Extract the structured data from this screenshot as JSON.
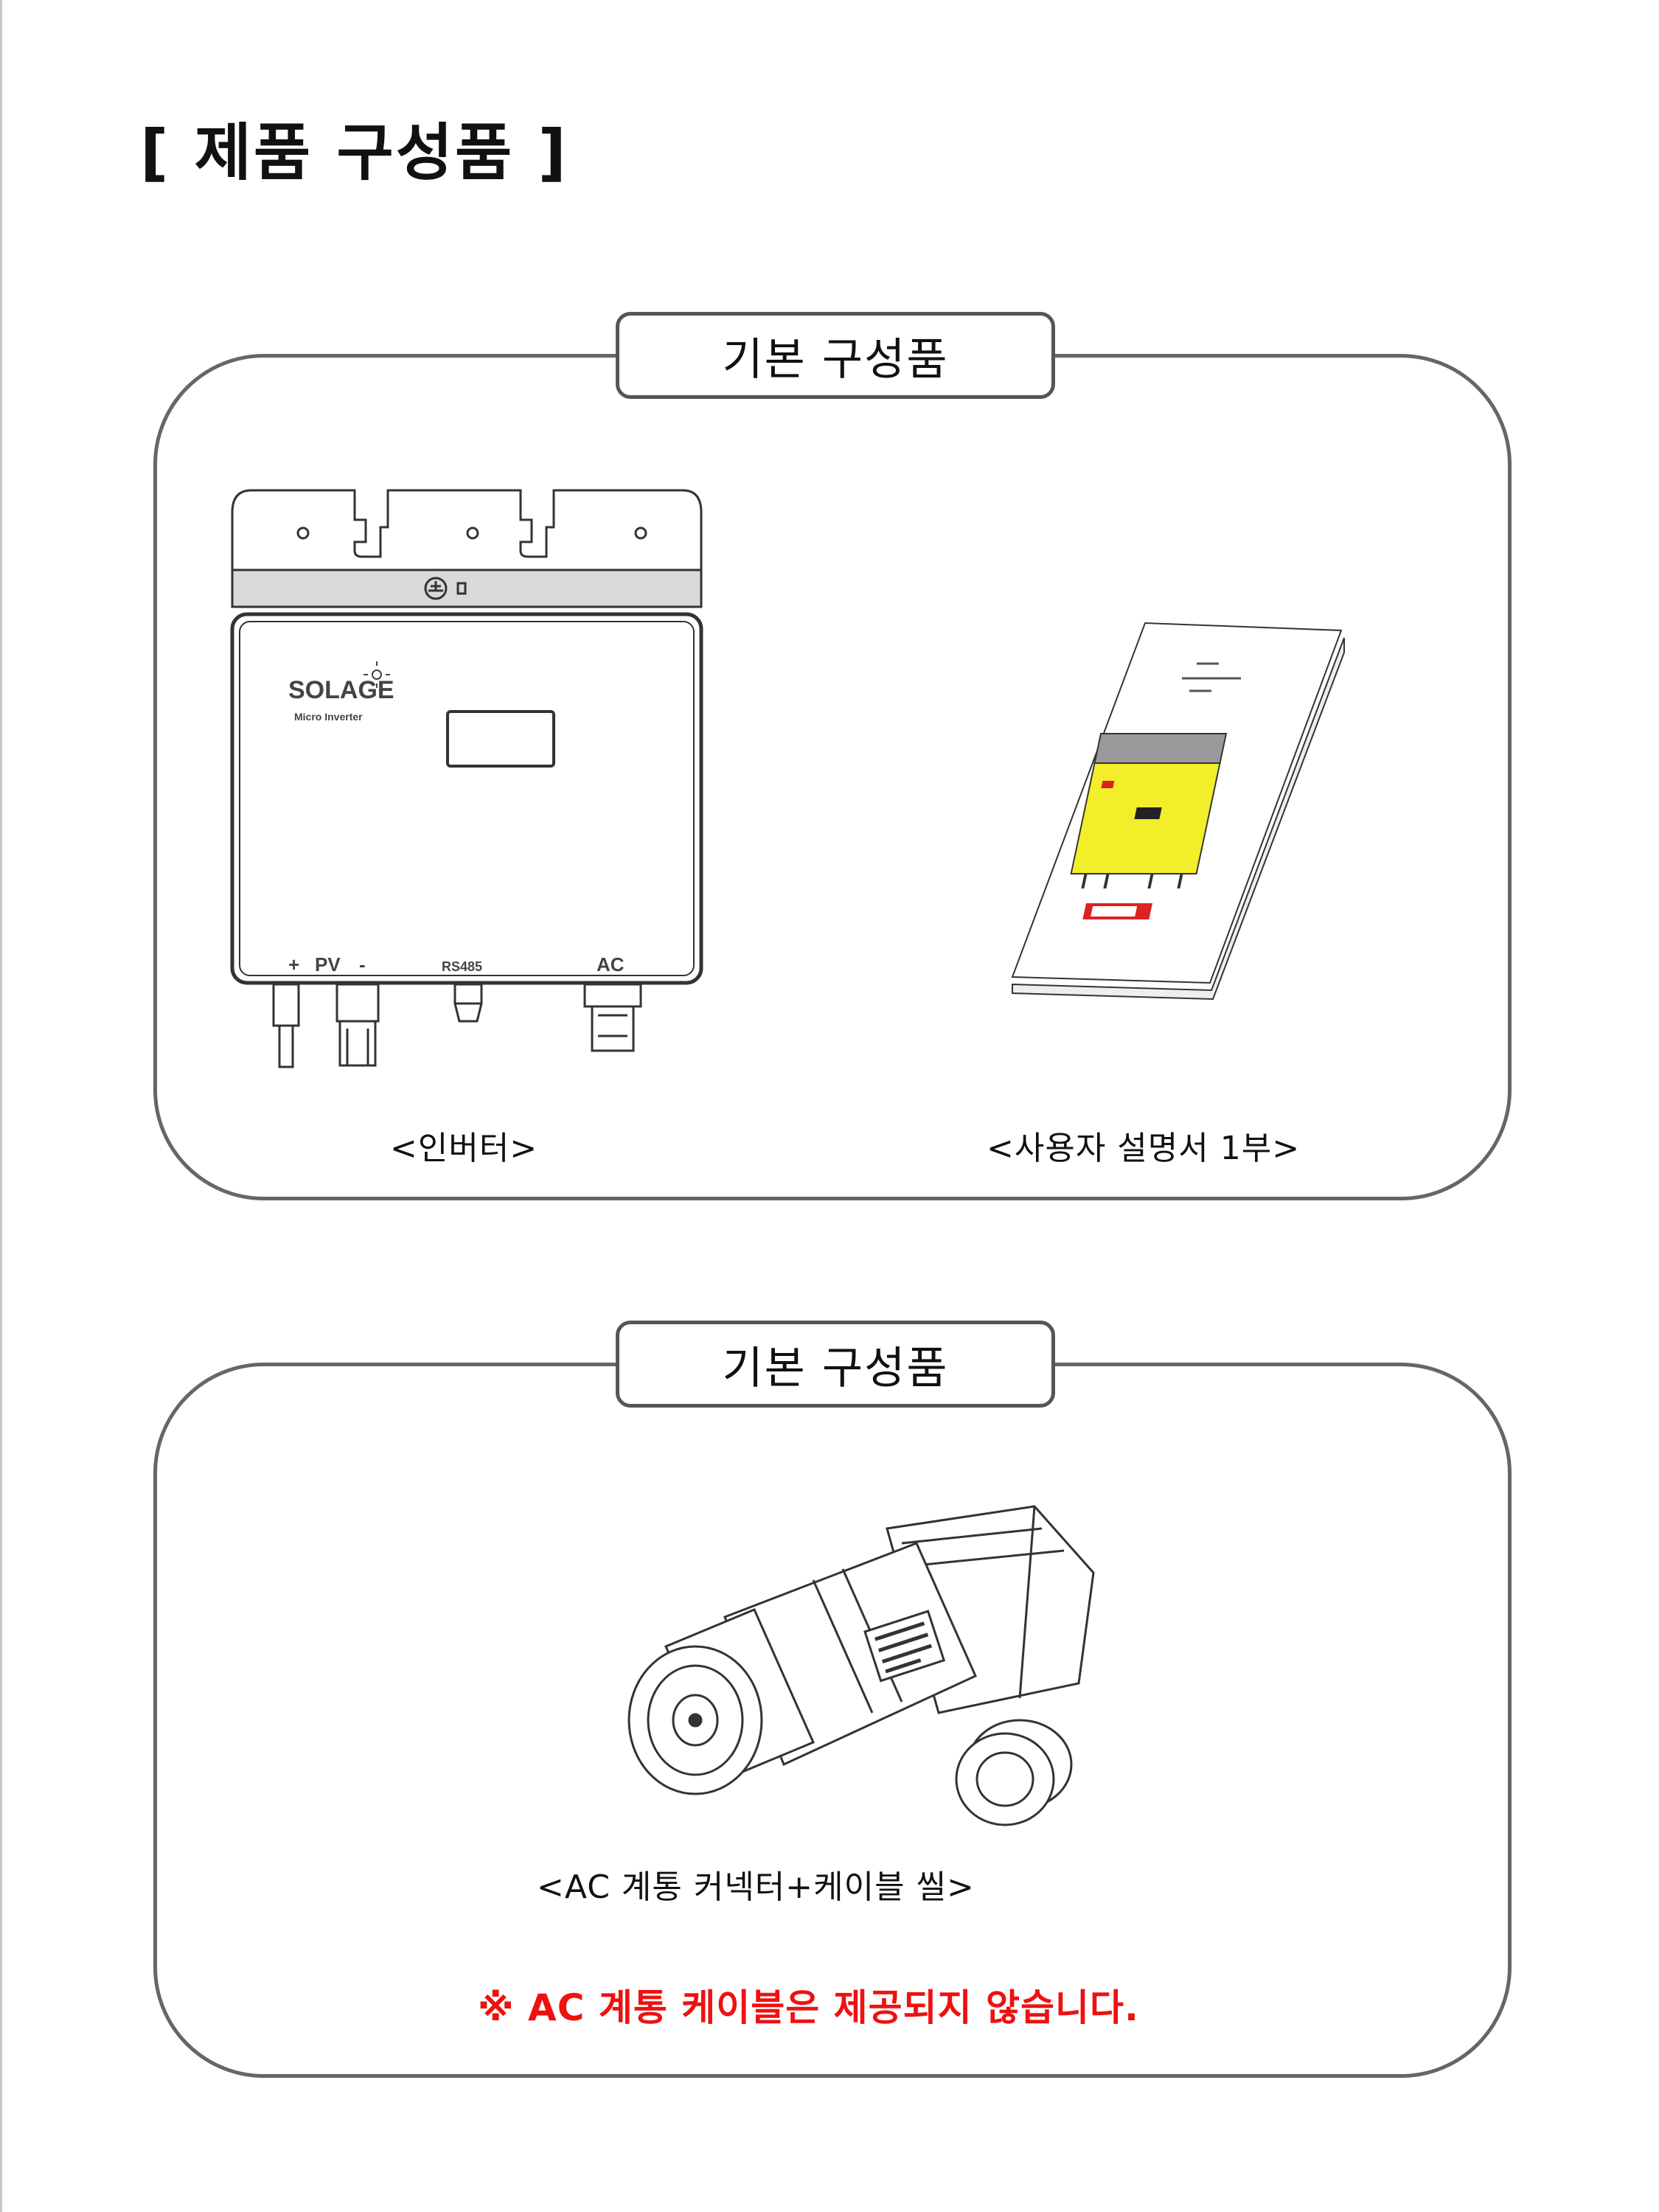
{
  "page": {
    "title": "[ 제품 구성품 ]"
  },
  "section1": {
    "label": "기본 구성품",
    "inverter": {
      "brand": "SOLAGE",
      "model": "Micro Inverter",
      "ports": {
        "pv_plus": "+",
        "pv": "PV",
        "pv_minus": "-",
        "rs485": "RS485",
        "ac": "AC"
      },
      "caption": "<인버터>"
    },
    "manual": {
      "caption": "<사용자 설명서 1부>"
    }
  },
  "section2": {
    "label": "기본 구성품",
    "connector": {
      "caption": "<AC 계통 커넥터+케이블 씰>"
    },
    "notice": "※ AC 계통 케이블은 제공되지 않습니다."
  },
  "colors": {
    "border": "#666666",
    "notice": "#ee1111",
    "manual_accent": "#f2ee2a"
  }
}
